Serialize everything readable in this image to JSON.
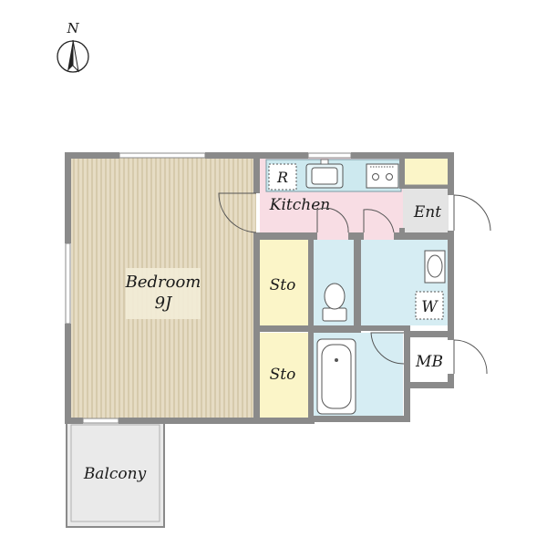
{
  "compass": {
    "label": "N"
  },
  "rooms": {
    "bedroom": {
      "label": "Bedroom",
      "size": "9J"
    },
    "kitchen": {
      "label": "Kitchen"
    },
    "refrigerator": {
      "label": "R"
    },
    "entrance": {
      "label": "Ent"
    },
    "storage_upper": {
      "label": "Sto"
    },
    "storage_lower": {
      "label": "Sto"
    },
    "washer": {
      "label": "W"
    },
    "meter_box": {
      "label": "MB"
    },
    "balcony": {
      "label": "Balcony"
    }
  },
  "colors": {
    "wall": "#8a8a8a",
    "bedroom_floor": "#e6dcc4",
    "bedroom_stripe": "#cfc2a2",
    "kitchen_floor": "#f8dde4",
    "storage_floor": "#fbf5c8",
    "wet_floor": "#d6edf3",
    "entrance_floor": "#e4e4e4",
    "balcony_floor": "#eaeaea",
    "counter": "#cde9ef"
  }
}
